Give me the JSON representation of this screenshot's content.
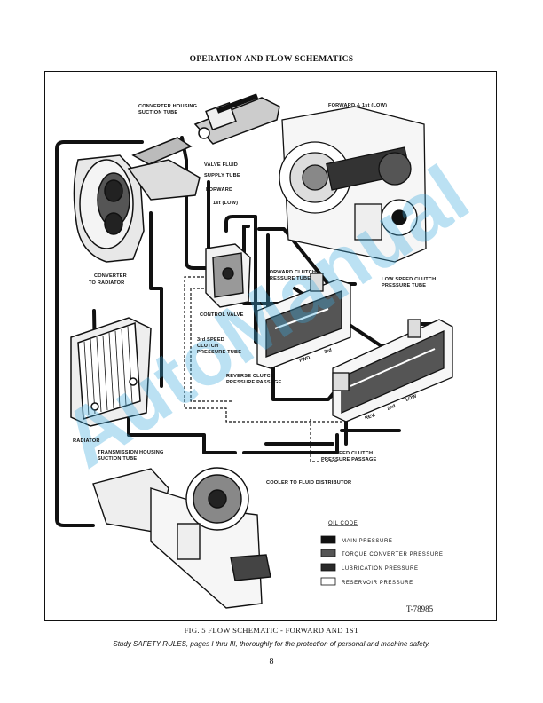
{
  "header": {
    "title": "OPERATION AND FLOW SCHEMATICS"
  },
  "figure": {
    "labels": {
      "converter_housing": [
        "CONVERTER HOUSING",
        "SUCTION TUBE"
      ],
      "forward_low": "FORWARD & 1st (LOW)",
      "valve_fluid": [
        "VALVE FLUID",
        "SUPPLY TUBE"
      ],
      "forward": "FORWARD",
      "first_low": "1st (LOW)",
      "converter_radiator": [
        "CONVERTER",
        "TO RADIATOR"
      ],
      "forward_clutch": [
        "FORWARD CLUTCH",
        "PRESSURE TUBE"
      ],
      "low_speed_clutch": [
        "LOW SPEED CLUTCH",
        "PRESSURE TUBE"
      ],
      "control_valve": "CONTROL VALVE",
      "third_speed": [
        "3rd  SPEED",
        "CLUTCH",
        "PRESSURE TUBE"
      ],
      "fwd": "FWD.",
      "third": "3rd",
      "reverse_clutch": [
        "REVERSE CLUTCH",
        "PRESSURE PASSAGE"
      ],
      "rev": "REV.",
      "second": "2nd",
      "low": "LOW",
      "radiator": "RADIATOR",
      "transmission_housing": [
        "TRANSMISSION HOUSING",
        "SUCTION TUBE"
      ],
      "second_speed_clutch": [
        "2nd  SPEED CLUTCH",
        "PRESSURE PASSAGE"
      ],
      "cooler": "COOLER TO FLUID DISTRIBUTOR"
    },
    "oil_code": {
      "title": "OIL CODE",
      "items": [
        {
          "label": "MAIN PRESSURE",
          "fill": "#111111"
        },
        {
          "label": "TORQUE CONVERTER PRESSURE",
          "fill": "#555555"
        },
        {
          "label": "LUBRICATION PRESSURE",
          "fill": "#2a2a2a"
        },
        {
          "label": "RESERVOIR PRESSURE",
          "fill": "#ffffff"
        }
      ]
    },
    "ref": "T-78985",
    "watermark": "AutoManual",
    "watermark_color": "#3caadc"
  },
  "caption": "FIG. 5  FLOW SCHEMATIC  -  FORWARD AND 1ST",
  "safety_note": "Study SAFETY RULES, pages I thru III, thoroughly for the protection of personal and machine safety.",
  "page_number": "8"
}
